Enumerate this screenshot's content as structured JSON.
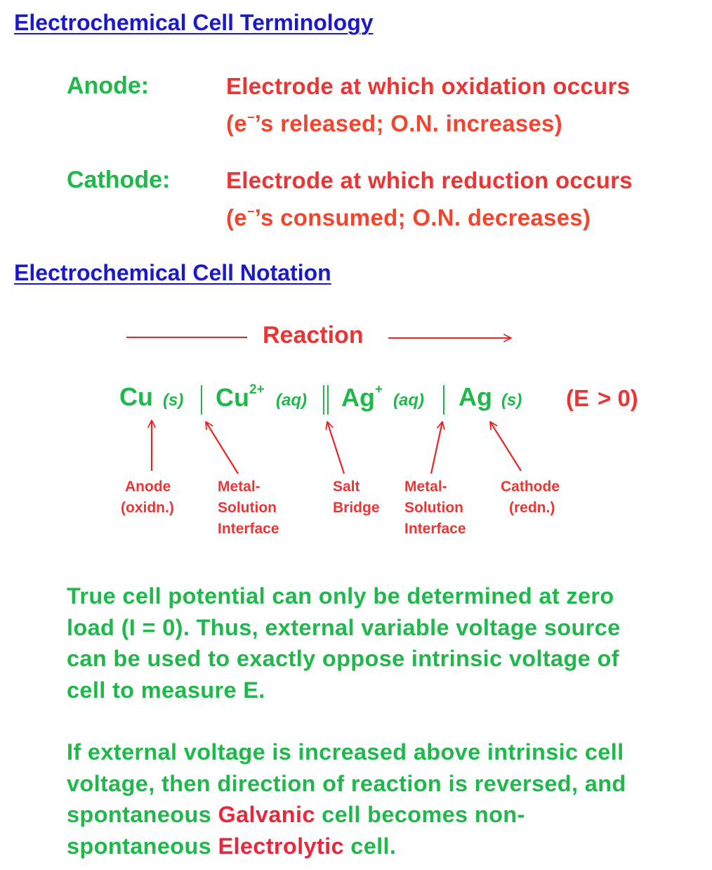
{
  "terminology": {
    "heading": "Electrochemical Cell Terminology",
    "anode": {
      "term": "Anode:",
      "line1": "Electrode at which oxidation occurs",
      "line2_prefix": "(e",
      "line2_sup": "−",
      "line2_suffix": "’s released; O.N. increases)"
    },
    "cathode": {
      "term": "Cathode:",
      "line1": "Electrode at which reduction occurs",
      "line2_prefix": "(e",
      "line2_sup": "−",
      "line2_suffix": "’s consumed; O.N. decreases)"
    }
  },
  "notation": {
    "heading": "Electrochemical Cell Notation",
    "reaction_label": "Reaction",
    "cell": {
      "anode_metal": "Cu",
      "anode_phase": "(s)",
      "anode_ion": "Cu",
      "anode_ion_charge": "2+",
      "anode_ion_phase": "(aq)",
      "cathode_ion": "Ag",
      "cathode_ion_charge": "+",
      "cathode_ion_phase": "(aq)",
      "cathode_metal": "Ag",
      "cathode_phase": "(s)",
      "potential_open": "(E",
      "potential_rest": "> 0)"
    },
    "callouts": {
      "anode": [
        "Anode",
        "(oxidn.)"
      ],
      "interface_left": [
        "Metal-",
        "Solution",
        "Interface"
      ],
      "salt_bridge": [
        "Salt",
        "Bridge"
      ],
      "interface_right": [
        "Metal-",
        "Solution",
        "Interface"
      ],
      "cathode": [
        "Cathode",
        "(redn.)"
      ]
    }
  },
  "paragraph1": {
    "lines": [
      "True cell potential can only be determined at zero",
      "load (I = 0).  Thus, external variable voltage source",
      "can be used to exactly oppose intrinsic voltage of",
      "cell to measure E."
    ]
  },
  "paragraph2": {
    "line1": "If external voltage is increased above intrinsic cell",
    "line2": "voltage, then direction of reaction is reversed, and",
    "line3_a": "spontaneous ",
    "line3_hl": "Galvanic",
    "line3_b": " cell becomes non-",
    "line4_a": "spontaneous ",
    "line4_hl": "Electrolytic",
    "line4_b": " cell."
  },
  "colors": {
    "heading": "#1a1acc",
    "green_text": "#1fb84a",
    "red_text": "#ee3333",
    "arrow": "#ee2222",
    "divider": "#1fb84a"
  }
}
